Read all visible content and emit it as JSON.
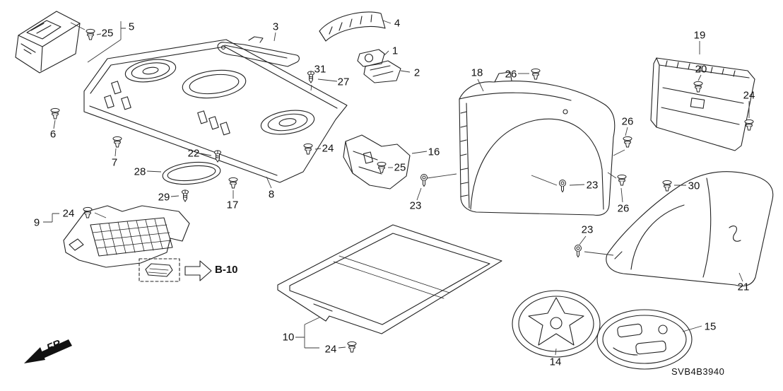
{
  "diagram": {
    "code": "SVB4B3940",
    "front_marker": "FR.",
    "cross_reference": "B-10"
  },
  "callouts": [
    {
      "label": "5"
    },
    {
      "label": "25"
    },
    {
      "label": "6"
    },
    {
      "label": "7"
    },
    {
      "label": "3"
    },
    {
      "label": "31"
    },
    {
      "label": "27"
    },
    {
      "label": "4"
    },
    {
      "label": "1"
    },
    {
      "label": "2"
    },
    {
      "label": "22"
    },
    {
      "label": "28"
    },
    {
      "label": "29"
    },
    {
      "label": "17"
    },
    {
      "label": "8"
    },
    {
      "label": "24"
    },
    {
      "label": "16"
    },
    {
      "label": "25"
    },
    {
      "label": "18"
    },
    {
      "label": "26"
    },
    {
      "label": "23"
    },
    {
      "label": "23"
    },
    {
      "label": "26"
    },
    {
      "label": "26"
    },
    {
      "label": "30"
    },
    {
      "label": "19"
    },
    {
      "label": "20"
    },
    {
      "label": "24"
    },
    {
      "label": "23"
    },
    {
      "label": "21"
    },
    {
      "label": "9"
    },
    {
      "label": "24"
    },
    {
      "label": "10"
    },
    {
      "label": "24"
    },
    {
      "label": "14"
    },
    {
      "label": "15"
    }
  ]
}
